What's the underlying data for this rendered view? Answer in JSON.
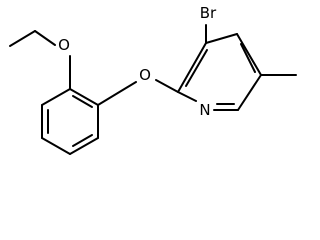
{
  "molecule": {
    "atoms": {
      "bromine": "Br",
      "ether_oxygen_top": "O",
      "ether_oxygen_bridge": "O",
      "pyridine_nitrogen": "N"
    }
  },
  "colors": {
    "bond": "#000000",
    "label": "#000000",
    "background": "#ffffff"
  }
}
